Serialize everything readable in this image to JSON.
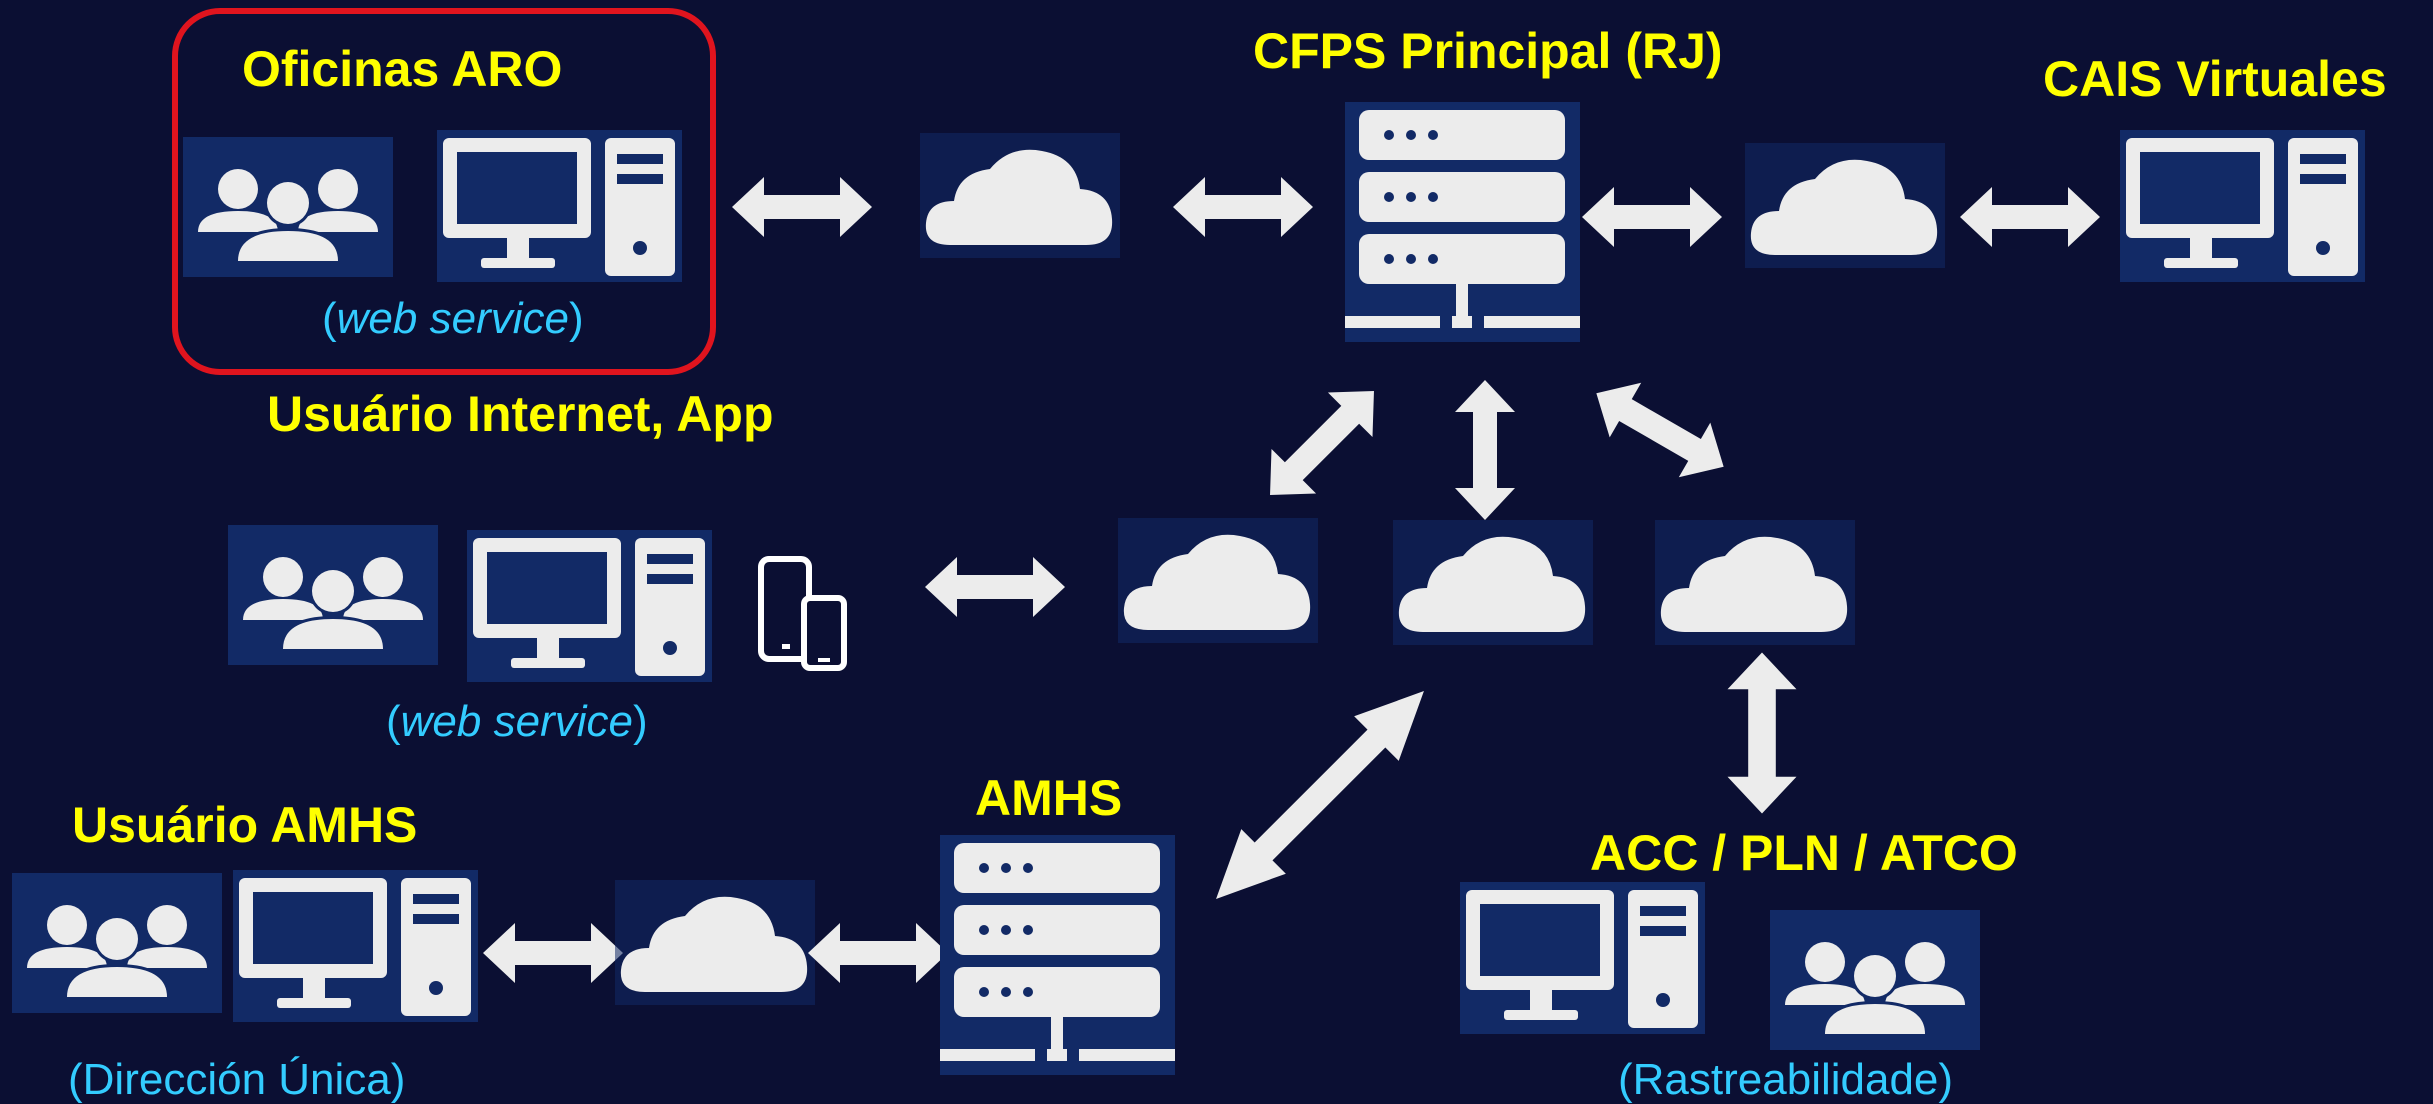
{
  "colors": {
    "background": "#0b0f33",
    "label": "#ffff00",
    "sublabel": "#33ccff",
    "icon": "#ececec",
    "highlight_border": "#e0141e"
  },
  "labels": {
    "oficinas_aro": "Oficinas ARO",
    "cfps_principal": "CFPS Principal (RJ)",
    "cais_virtuales": "CAIS Virtuales",
    "usuario_internet": "Usuário Internet, App",
    "usuario_amhs": "Usuário AMHS",
    "amhs": "AMHS",
    "acc_pln_atco": "ACC / PLN / ATCO"
  },
  "sublabels": {
    "aro_open": "(",
    "aro_service": "web service",
    "aro_close": ")",
    "internet_open": "(",
    "internet_service": "web service",
    "internet_close": ")",
    "amhs_note": "(Dirección Única)",
    "acc_note": "(Rastreabilidade)"
  },
  "icons": {
    "users": "users-group-icon",
    "computer": "desktop-computer-icon",
    "server": "server-rack-icon",
    "cloud": "cloud-icon",
    "mobile": "mobile-devices-icon",
    "arrow": "double-arrow-icon"
  }
}
